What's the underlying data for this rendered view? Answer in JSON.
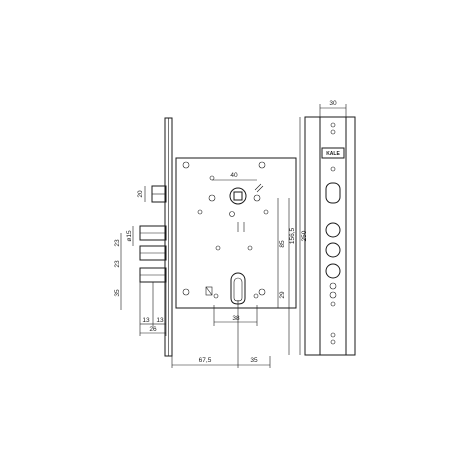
{
  "dimensions": {
    "plate_width": "30",
    "bolt_height": "20",
    "latch_dia": "ø15",
    "bolt_spacing_1": "23",
    "bolt_spacing_2": "23",
    "lower_spacing": "35",
    "offset_13a": "13",
    "offset_13b": "13",
    "offset_26": "26",
    "follower_width": "40",
    "center_85": "85",
    "center_156": "156,5",
    "total_height": "250",
    "bottom_29": "29",
    "cylinder_38": "38",
    "backset": "67,5",
    "case_35": "35"
  },
  "logo": {
    "text": "KALE"
  }
}
